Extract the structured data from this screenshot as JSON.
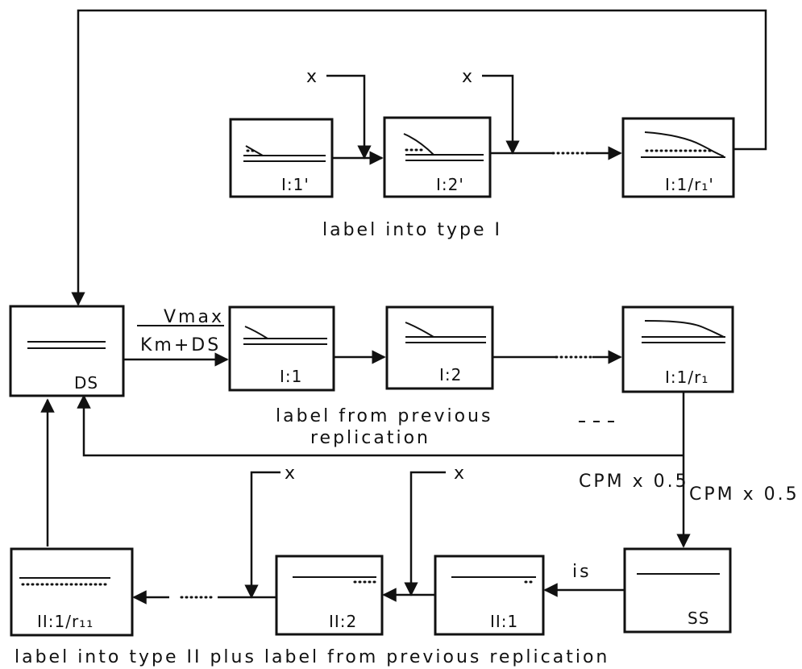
{
  "boxes": {
    "ds": "DS",
    "type1_1": "I:1'",
    "type1_2": "I:2'",
    "type1_n": "I:1/r₁'",
    "prev_1": "I:1",
    "prev_2": "I:2",
    "prev_n": "I:1/r₁",
    "ss": "SS",
    "type2_1": "II:1",
    "type2_2": "II:2",
    "type2_n": "II:1/r₁₁"
  },
  "labels": {
    "x_input_1": "x",
    "x_input_2": "x",
    "x_input_3": "x",
    "x_input_4": "x",
    "type1_caption": "label into type I",
    "rate_numerator": "Vmax",
    "rate_denominator": "Km+DS",
    "prev_caption_line1": "label from previous",
    "prev_caption_line2": "replication",
    "cpm_left": "CPM x 0.5",
    "cpm_right": "CPM x 0.5",
    "is_label": "is",
    "bottom_caption": "label into type II plus label from previous replication"
  }
}
